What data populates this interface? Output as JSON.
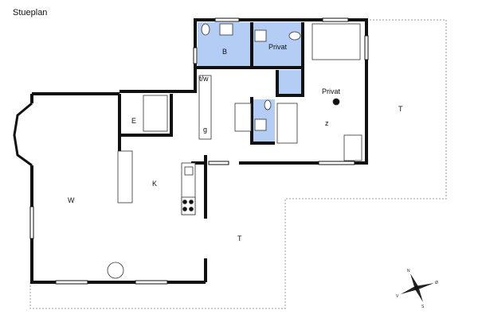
{
  "title": "Stueplan",
  "colors": {
    "wall": "#111111",
    "wet_room": "#b3cdf5",
    "window": "#bbbbbb",
    "terrace_outline": "#999999"
  },
  "rooms": {
    "bathroom": "B",
    "private_toilet": "Privat",
    "bedroom_private": "Privat",
    "utility": "t/w",
    "wardrobe": "g",
    "entrance": "E",
    "kitchen": "K",
    "living": "W",
    "terrace_south": "T",
    "terrace_east": "T",
    "bedroom": "z"
  },
  "compass": {
    "n": "N",
    "e": "Ø",
    "s": "S",
    "w": "V",
    "icon": "compass-rose-icon"
  }
}
